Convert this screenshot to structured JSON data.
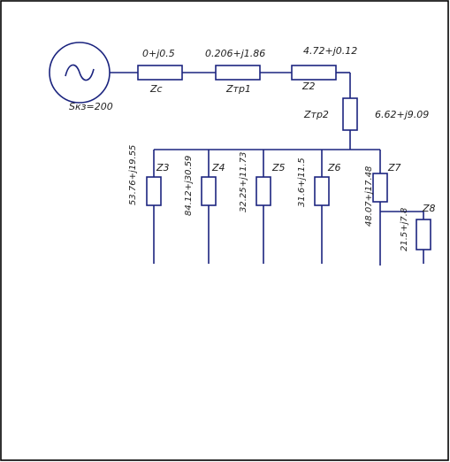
{
  "source": {
    "label": "Sкз=200"
  },
  "elements": {
    "zc": {
      "name": "Zc",
      "value": "0+j0.5"
    },
    "ztp1": {
      "name": "Zтр1",
      "value": "0.206+j1.86"
    },
    "z2": {
      "name": "Z2",
      "value": "4.72+j0.12"
    },
    "ztp2": {
      "name": "Zтр2",
      "value": "6.62+j9.09"
    },
    "z3": {
      "name": "Z3",
      "value": "53.76+j19.55"
    },
    "z4": {
      "name": "Z4",
      "value": "84.12+j30.59"
    },
    "z5": {
      "name": "Z5",
      "value": "32.25+j11.73"
    },
    "z6": {
      "name": "Z6",
      "value": "31.6+j11.5"
    },
    "z7": {
      "name": "Z7",
      "value": "48.07+j17.48"
    },
    "z8": {
      "name": "Z8",
      "value": "21.5+j7.8"
    }
  },
  "colors": {
    "wire": "#1a237e",
    "frame": "#000000",
    "text": "#222222"
  }
}
